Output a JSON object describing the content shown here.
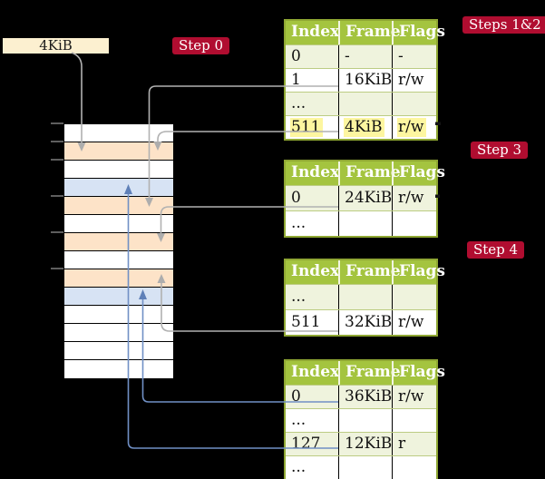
{
  "colors": {
    "background": "#000000",
    "badge_red": "#b00d30",
    "table_header_green": "#a4c43f",
    "table_border_olive": "#8fa733",
    "table_row_alt_green": "#eff3dd",
    "highlight_yellow": "#fdf6a0",
    "frame_page_table_peach": "#fde3c8",
    "frame_mapped_blue": "#d7e3f4",
    "connector_gray": "#b1b1b1",
    "connector_blue": "#7090c5",
    "address_box_cream": "#fcf0d0"
  },
  "address_box": {
    "label": "4KiB"
  },
  "badges": {
    "step0": "Step 0",
    "steps12": "Steps 1&2",
    "step3": "Step 3",
    "step4": "Step 4"
  },
  "memory": {
    "rows": [
      "white",
      "peach",
      "white",
      "blue",
      "peach",
      "white",
      "peach",
      "white",
      "peach",
      "blue",
      "white",
      "white",
      "white",
      "white"
    ]
  },
  "tables": [
    {
      "headers": [
        "Index",
        "Frame",
        "Flags"
      ],
      "rows": [
        {
          "cells": [
            "0",
            "-",
            "-"
          ]
        },
        {
          "cells": [
            "1",
            "16KiB",
            "r/w"
          ]
        },
        {
          "cells": [
            "...",
            "",
            ""
          ]
        },
        {
          "cells": [
            "511",
            "4KiB",
            "r/w"
          ],
          "highlight": true
        }
      ]
    },
    {
      "headers": [
        "Index",
        "Frame",
        "Flags"
      ],
      "rows": [
        {
          "cells": [
            "0",
            "24KiB",
            "r/w"
          ]
        },
        {
          "cells": [
            "...",
            "",
            ""
          ]
        }
      ]
    },
    {
      "headers": [
        "Index",
        "Frame",
        "Flags"
      ],
      "rows": [
        {
          "cells": [
            "...",
            "",
            ""
          ]
        },
        {
          "cells": [
            "511",
            "32KiB",
            "r/w"
          ]
        }
      ]
    },
    {
      "headers": [
        "Index",
        "Frame",
        "Flags"
      ],
      "rows": [
        {
          "cells": [
            "0",
            "36KiB",
            "r/w"
          ]
        },
        {
          "cells": [
            "...",
            "",
            ""
          ]
        },
        {
          "cells": [
            "127",
            "12KiB",
            "r"
          ]
        },
        {
          "cells": [
            "...",
            "",
            ""
          ]
        }
      ]
    }
  ]
}
